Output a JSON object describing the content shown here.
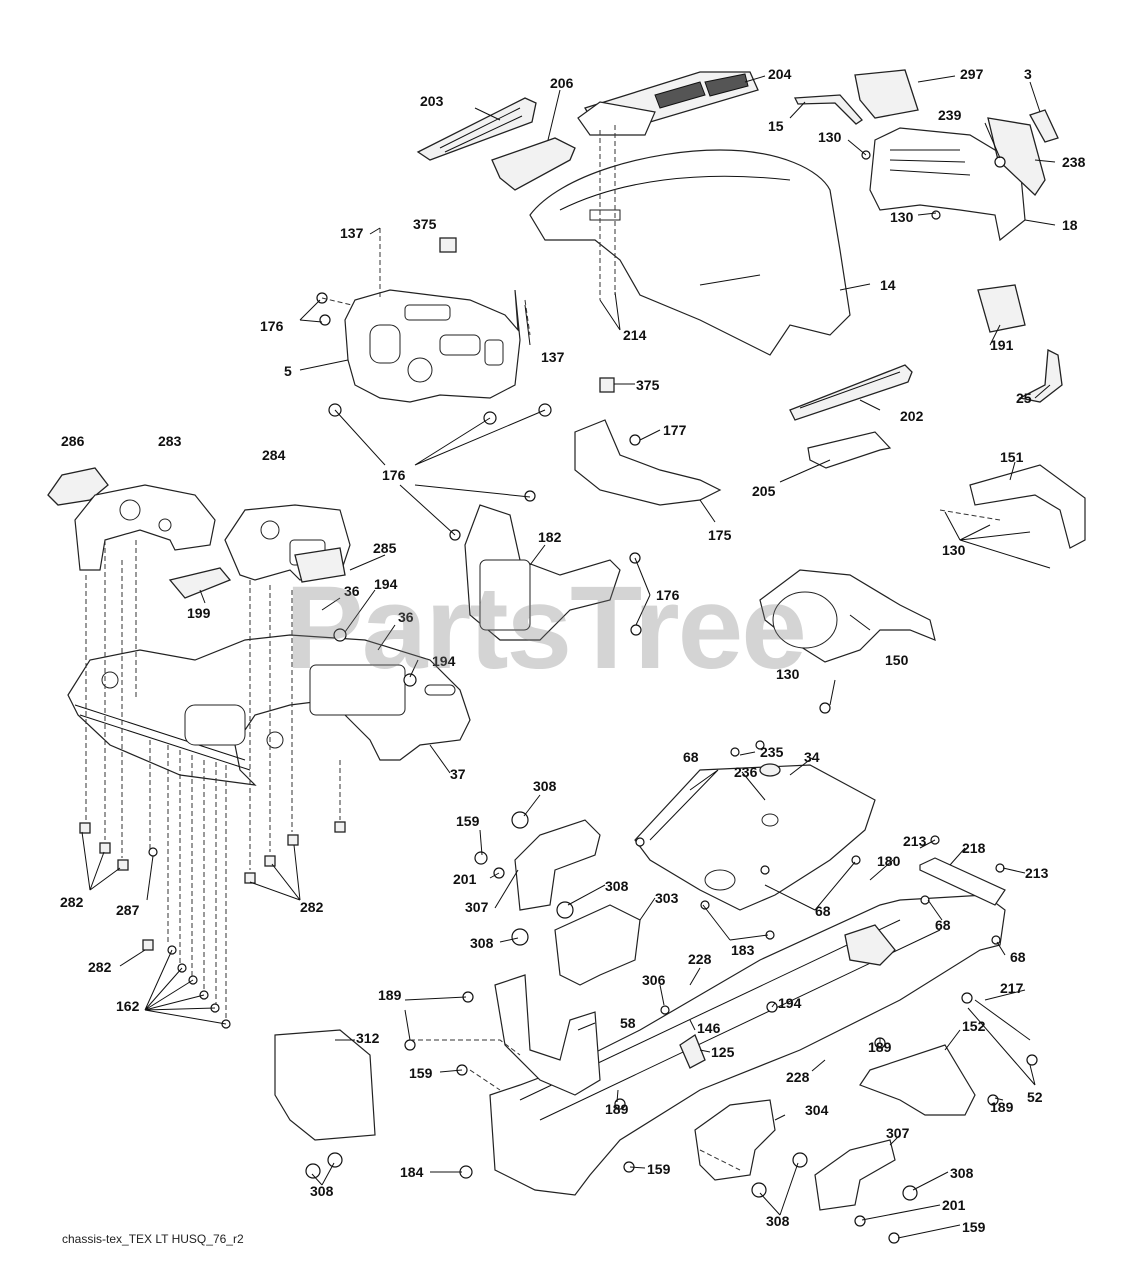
{
  "watermark": "PartsTree",
  "footer": "chassis-tex_TEX LT HUSQ_76_r2",
  "callouts": [
    {
      "id": "c203",
      "text": "203"
    },
    {
      "id": "c206",
      "text": "206"
    },
    {
      "id": "c204",
      "text": "204"
    },
    {
      "id": "c297",
      "text": "297"
    },
    {
      "id": "c3",
      "text": "3"
    },
    {
      "id": "c15",
      "text": "15"
    },
    {
      "id": "c130a",
      "text": "130"
    },
    {
      "id": "c239",
      "text": "239"
    },
    {
      "id": "c238",
      "text": "238"
    },
    {
      "id": "c130b",
      "text": "130"
    },
    {
      "id": "c18",
      "text": "18"
    },
    {
      "id": "c137a",
      "text": "137"
    },
    {
      "id": "c375a",
      "text": "375"
    },
    {
      "id": "c176a",
      "text": "176"
    },
    {
      "id": "c5",
      "text": "5"
    },
    {
      "id": "c137b",
      "text": "137"
    },
    {
      "id": "c214",
      "text": "214"
    },
    {
      "id": "c14",
      "text": "14"
    },
    {
      "id": "c375b",
      "text": "375"
    },
    {
      "id": "c191",
      "text": "191"
    },
    {
      "id": "c25",
      "text": "25"
    },
    {
      "id": "c202",
      "text": "202"
    },
    {
      "id": "c286",
      "text": "286"
    },
    {
      "id": "c283",
      "text": "283"
    },
    {
      "id": "c284",
      "text": "284"
    },
    {
      "id": "c176b",
      "text": "176"
    },
    {
      "id": "c177",
      "text": "177"
    },
    {
      "id": "c151",
      "text": "151"
    },
    {
      "id": "c205",
      "text": "205"
    },
    {
      "id": "c175",
      "text": "175"
    },
    {
      "id": "c182",
      "text": "182"
    },
    {
      "id": "c130c",
      "text": "130"
    },
    {
      "id": "c285",
      "text": "285"
    },
    {
      "id": "c199",
      "text": "199"
    },
    {
      "id": "c36a",
      "text": "36"
    },
    {
      "id": "c194a",
      "text": "194"
    },
    {
      "id": "c36b",
      "text": "36"
    },
    {
      "id": "c176c",
      "text": "176"
    },
    {
      "id": "c194b",
      "text": "194"
    },
    {
      "id": "c150",
      "text": "150"
    },
    {
      "id": "c130d",
      "text": "130"
    },
    {
      "id": "c37",
      "text": "37"
    },
    {
      "id": "c308a",
      "text": "308"
    },
    {
      "id": "c68a",
      "text": "68"
    },
    {
      "id": "c235",
      "text": "235"
    },
    {
      "id": "c34",
      "text": "34"
    },
    {
      "id": "c236",
      "text": "236"
    },
    {
      "id": "c159a",
      "text": "159"
    },
    {
      "id": "c213a",
      "text": "213"
    },
    {
      "id": "c180",
      "text": "180"
    },
    {
      "id": "c218",
      "text": "218"
    },
    {
      "id": "c201a",
      "text": "201"
    },
    {
      "id": "c213b",
      "text": "213"
    },
    {
      "id": "c307a",
      "text": "307"
    },
    {
      "id": "c308b",
      "text": "308"
    },
    {
      "id": "c303",
      "text": "303"
    },
    {
      "id": "c68b",
      "text": "68"
    },
    {
      "id": "c68c",
      "text": "68"
    },
    {
      "id": "c282a",
      "text": "282"
    },
    {
      "id": "c287",
      "text": "287"
    },
    {
      "id": "c282b",
      "text": "282"
    },
    {
      "id": "c183",
      "text": "183"
    },
    {
      "id": "c308c",
      "text": "308"
    },
    {
      "id": "c68d",
      "text": "68"
    },
    {
      "id": "c282c",
      "text": "282"
    },
    {
      "id": "c228a",
      "text": "228"
    },
    {
      "id": "c306",
      "text": "306"
    },
    {
      "id": "c217",
      "text": "217"
    },
    {
      "id": "c162",
      "text": "162"
    },
    {
      "id": "c189a",
      "text": "189"
    },
    {
      "id": "c194c",
      "text": "194"
    },
    {
      "id": "c152",
      "text": "152"
    },
    {
      "id": "c58",
      "text": "58"
    },
    {
      "id": "c146",
      "text": "146"
    },
    {
      "id": "c312",
      "text": "312"
    },
    {
      "id": "c125",
      "text": "125"
    },
    {
      "id": "c189b",
      "text": "189"
    },
    {
      "id": "c159b",
      "text": "159"
    },
    {
      "id": "c228b",
      "text": "228"
    },
    {
      "id": "c189c",
      "text": "189"
    },
    {
      "id": "c52",
      "text": "52"
    },
    {
      "id": "c189d",
      "text": "189"
    },
    {
      "id": "c304",
      "text": "304"
    },
    {
      "id": "c307b",
      "text": "307"
    },
    {
      "id": "c184",
      "text": "184"
    },
    {
      "id": "c159c",
      "text": "159"
    },
    {
      "id": "c308d",
      "text": "308"
    },
    {
      "id": "c308e",
      "text": "308"
    },
    {
      "id": "c308f",
      "text": "308"
    },
    {
      "id": "c201b",
      "text": "201"
    },
    {
      "id": "c159d",
      "text": "159"
    }
  ]
}
